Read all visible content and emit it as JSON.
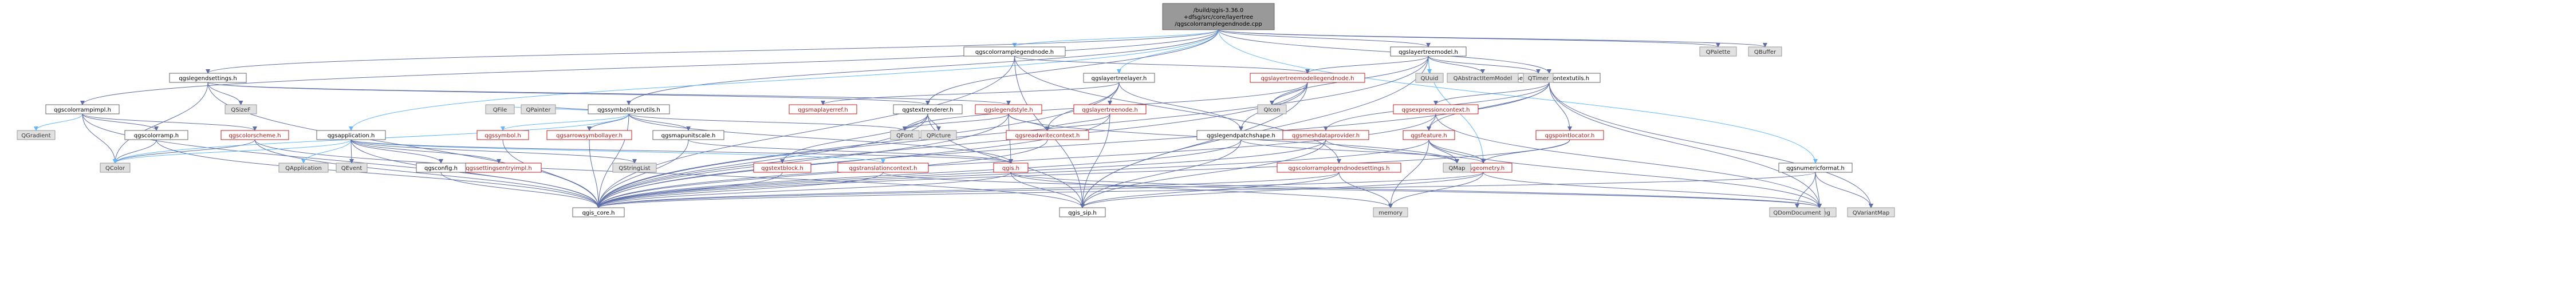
{
  "nodes": [
    {
      "id": "root",
      "kind": "root",
      "lines": [
        "/build/qgis-3.36.0",
        "+dfsg/src/core/layertree",
        "/qgscolorramplegendnode.cpp"
      ]
    },
    {
      "id": "qgscolorramplegendnode_h",
      "kind": "std",
      "lines": [
        "qgscolorramplegendnode.h"
      ]
    },
    {
      "id": "qgslayertreemodel_h",
      "kind": "std",
      "lines": [
        "qgslayertreemodel.h"
      ]
    },
    {
      "id": "qgslegendsettings_h",
      "kind": "std",
      "lines": [
        "qgslegendsettings.h"
      ]
    },
    {
      "id": "qgslayertreelayer_h",
      "kind": "std",
      "lines": [
        "qgslayertreelayer.h"
      ]
    },
    {
      "id": "qgslayertreemodellegendnode_h",
      "kind": "hl",
      "lines": [
        "qgslayertreemodellegendnode.h"
      ]
    },
    {
      "id": "qgsexpressioncontextutils_h",
      "kind": "std",
      "lines": [
        "qgsexpressioncontextutils.h"
      ]
    },
    {
      "id": "qgscolorrampimpl_h",
      "kind": "std",
      "lines": [
        "qgscolorrampimpl.h"
      ]
    },
    {
      "id": "qgssymbollayerutils_h",
      "kind": "std",
      "lines": [
        "qgssymbollayerutils.h"
      ]
    },
    {
      "id": "qgstextrenderer_h",
      "kind": "std",
      "lines": [
        "qgstextrenderer.h"
      ]
    },
    {
      "id": "qgslegendstyle_h",
      "kind": "hl",
      "lines": [
        "qgslegendstyle.h"
      ]
    },
    {
      "id": "qgsmaplayerref_h",
      "kind": "hl",
      "lines": [
        "qgsmaplayerref.h"
      ]
    },
    {
      "id": "qgslayertreenode_h",
      "kind": "hl",
      "lines": [
        "qgslayertreenode.h"
      ]
    },
    {
      "id": "qgsexpressioncontext_h",
      "kind": "hl",
      "lines": [
        "qgsexpressioncontext.h"
      ]
    },
    {
      "id": "qgspointlocator_h",
      "kind": "hl",
      "lines": [
        "qgspointlocator.h"
      ]
    },
    {
      "id": "qgsnumericformat_h",
      "kind": "std",
      "lines": [
        "qgsnumericformat.h"
      ]
    },
    {
      "id": "qgscolorramp_h",
      "kind": "std",
      "lines": [
        "qgscolorramp.h"
      ]
    },
    {
      "id": "qgscolorscheme_h",
      "kind": "hl",
      "lines": [
        "qgscolorscheme.h"
      ]
    },
    {
      "id": "qgsapplication_h",
      "kind": "std",
      "lines": [
        "qgsapplication.h"
      ]
    },
    {
      "id": "qgssymbol_h",
      "kind": "hl",
      "lines": [
        "qgssymbol.h"
      ]
    },
    {
      "id": "qgsarrowsymbollayer_h",
      "kind": "hl",
      "lines": [
        "qgsarrowsymbollayer.h"
      ]
    },
    {
      "id": "qgsmapunitscale_h",
      "kind": "std",
      "lines": [
        "qgsmapunitscale.h"
      ]
    },
    {
      "id": "qgsreadwritecontext_h",
      "kind": "hl",
      "lines": [
        "qgsreadwritecontext.h"
      ]
    },
    {
      "id": "qgslegendpatchshape_h",
      "kind": "std",
      "lines": [
        "qgslegendpatchshape.h"
      ]
    },
    {
      "id": "qgsmeshdataprovider_h",
      "kind": "hl",
      "lines": [
        "qgsmeshdataprovider.h"
      ]
    },
    {
      "id": "qgsfeature_h",
      "kind": "hl",
      "lines": [
        "qgsfeature.h"
      ]
    },
    {
      "id": "qgssettingsentryimpl_h",
      "kind": "hl",
      "lines": [
        "qgssettingsentryimpl.h"
      ]
    },
    {
      "id": "qgstextblock_h",
      "kind": "hl",
      "lines": [
        "qgstextblock.h"
      ]
    },
    {
      "id": "qgstranslationcontext_h",
      "kind": "hl",
      "lines": [
        "qgstranslationcontext.h"
      ]
    },
    {
      "id": "qgis_h",
      "kind": "hl",
      "lines": [
        "qgis.h"
      ]
    },
    {
      "id": "qgscolorramplegendnodesettings_h",
      "kind": "hl",
      "lines": [
        "qgscolorramplegendnodesettings.h"
      ]
    },
    {
      "id": "qgsgeometry_h",
      "kind": "hl",
      "lines": [
        "qgsgeometry.h"
      ]
    },
    {
      "id": "qgsconfig_h",
      "kind": "std",
      "lines": [
        "qgsconfig.h"
      ]
    },
    {
      "id": "qgis_core_h",
      "kind": "std",
      "lines": [
        "qgis_core.h"
      ]
    },
    {
      "id": "qgis_sip_h",
      "kind": "std",
      "lines": [
        "qgis_sip.h"
      ]
    },
    {
      "id": "memory",
      "kind": "ext",
      "lines": [
        "memory"
      ]
    },
    {
      "id": "QPalette",
      "kind": "ext",
      "lines": [
        "QPalette"
      ]
    },
    {
      "id": "QBuffer",
      "kind": "ext",
      "lines": [
        "QBuffer"
      ]
    },
    {
      "id": "QSizeF",
      "kind": "ext",
      "lines": [
        "QSizeF"
      ]
    },
    {
      "id": "QGradient",
      "kind": "ext",
      "lines": [
        "QGradient"
      ]
    },
    {
      "id": "QColor",
      "kind": "ext",
      "lines": [
        "QColor"
      ]
    },
    {
      "id": "QFile",
      "kind": "ext",
      "lines": [
        "QFile"
      ]
    },
    {
      "id": "QPainter",
      "kind": "ext",
      "lines": [
        "QPainter"
      ]
    },
    {
      "id": "QFont",
      "kind": "ext",
      "lines": [
        "QFont"
      ]
    },
    {
      "id": "QPicture",
      "kind": "ext",
      "lines": [
        "QPicture"
      ]
    },
    {
      "id": "QApplication",
      "kind": "ext",
      "lines": [
        "QApplication"
      ]
    },
    {
      "id": "QEvent",
      "kind": "ext",
      "lines": [
        "QEvent"
      ]
    },
    {
      "id": "QStringList",
      "kind": "ext",
      "lines": [
        "QStringList"
      ]
    },
    {
      "id": "QIcon",
      "kind": "ext",
      "lines": [
        "QIcon"
      ]
    },
    {
      "id": "QUuid",
      "kind": "ext",
      "lines": [
        "QUuid"
      ]
    },
    {
      "id": "QAbstractItemModel",
      "kind": "ext",
      "lines": [
        "QAbstractItemModel"
      ]
    },
    {
      "id": "QTimer",
      "kind": "ext",
      "lines": [
        "QTimer"
      ]
    },
    {
      "id": "QMap",
      "kind": "ext",
      "lines": [
        "QMap"
      ]
    },
    {
      "id": "QString",
      "kind": "ext",
      "lines": [
        "QString"
      ]
    },
    {
      "id": "QDomDocument",
      "kind": "ext",
      "lines": [
        "QDomDocument"
      ]
    },
    {
      "id": "QVariantMap",
      "kind": "ext",
      "lines": [
        "QVariantMap"
      ]
    }
  ],
  "edges": [
    [
      "root",
      "qgscolorramplegendnode_h"
    ],
    [
      "root",
      "qgslayertreemodel_h"
    ],
    [
      "root",
      "qgslegendsettings_h"
    ],
    [
      "root",
      "qgslayertreelayer_h"
    ],
    [
      "root",
      "qgssymbollayerutils_h"
    ],
    [
      "root",
      "qgstextrenderer_h"
    ],
    [
      "root",
      "qgsapplication_h"
    ],
    [
      "root",
      "qgscolorrampimpl_h"
    ],
    [
      "root",
      "qgsexpressioncontextutils_h"
    ],
    [
      "root",
      "qgsnumericformat_h"
    ],
    [
      "root",
      "QPalette"
    ],
    [
      "root",
      "QBuffer"
    ],
    [
      "qgscolorramplegendnode_h",
      "qgslayertreemodellegendnode_h"
    ],
    [
      "qgscolorramplegendnode_h",
      "qgscolorramplegendnodesettings_h"
    ],
    [
      "qgscolorramplegendnode_h",
      "qgis_core_h"
    ],
    [
      "qgscolorramplegendnode_h",
      "qgis_sip_h"
    ],
    [
      "qgslayertreemodel_h",
      "qgslayertreemodellegendnode_h"
    ],
    [
      "qgslayertreemodel_h",
      "QIcon"
    ],
    [
      "qgslayertreemodel_h",
      "QUuid"
    ],
    [
      "qgslayertreemodel_h",
      "QAbstractItemModel"
    ],
    [
      "qgslayertreemodel_h",
      "QTimer"
    ],
    [
      "qgslayertreemodel_h",
      "qgsgeometry_h"
    ],
    [
      "qgslayertreemodel_h",
      "qgis_core_h"
    ],
    [
      "qgslayertreemodel_h",
      "qgis_sip_h"
    ],
    [
      "qgslegendsettings_h",
      "QSizeF"
    ],
    [
      "qgslegendsettings_h",
      "QColor"
    ],
    [
      "qgslegendsettings_h",
      "qgslegendstyle_h"
    ],
    [
      "qgslegendsettings_h",
      "qgstextrenderer_h"
    ],
    [
      "qgslegendsettings_h",
      "qgis_core_h"
    ],
    [
      "qgslayertreelayer_h",
      "qgsmaplayerref_h"
    ],
    [
      "qgslayertreelayer_h",
      "qgslayertreenode_h"
    ],
    [
      "qgslayertreelayer_h",
      "qgsreadwritecontext_h"
    ],
    [
      "qgslayertreelayer_h",
      "qgslegendpatchshape_h"
    ],
    [
      "qgslayertreelayer_h",
      "qgis_core_h"
    ],
    [
      "qgslayertreemodellegendnode_h",
      "QIcon"
    ],
    [
      "qgslayertreemodellegendnode_h",
      "QFont"
    ],
    [
      "qgslayertreemodellegendnode_h",
      "qgslegendpatchshape_h"
    ],
    [
      "qgslayertreemodellegendnode_h",
      "qgis_sip_h"
    ],
    [
      "qgslayertreemodellegendnode_h",
      "qgis_core_h"
    ],
    [
      "qgsexpressioncontextutils_h",
      "qgsexpressioncontext_h"
    ],
    [
      "qgsexpressioncontextutils_h",
      "qgsfeature_h"
    ],
    [
      "qgsexpressioncontextutils_h",
      "qgspointlocator_h"
    ],
    [
      "qgsexpressioncontextutils_h",
      "qgsmeshdataprovider_h"
    ],
    [
      "qgsexpressioncontextutils_h",
      "qgis_core_h"
    ],
    [
      "qgsexpressioncontextutils_h",
      "QString"
    ],
    [
      "qgsexpressioncontextutils_h",
      "QVariantMap"
    ],
    [
      "qgscolorrampimpl_h",
      "qgscolorramp_h"
    ],
    [
      "qgscolorrampimpl_h",
      "qgscolorscheme_h"
    ],
    [
      "qgscolorrampimpl_h",
      "QGradient"
    ],
    [
      "qgscolorrampimpl_h",
      "QColor"
    ],
    [
      "qgscolorrampimpl_h",
      "qgis_core_h"
    ],
    [
      "qgssymbollayerutils_h",
      "qgssymbol_h"
    ],
    [
      "qgssymbollayerutils_h",
      "qgsarrowsymbollayer_h"
    ],
    [
      "qgssymbollayerutils_h",
      "qgsmapunitscale_h"
    ],
    [
      "qgssymbollayerutils_h",
      "QFile"
    ],
    [
      "qgssymbollayerutils_h",
      "QPainter"
    ],
    [
      "qgssymbollayerutils_h",
      "QFont"
    ],
    [
      "qgssymbollayerutils_h",
      "QColor"
    ],
    [
      "qgssymbollayerutils_h",
      "qgis_h"
    ],
    [
      "qgssymbollayerutils_h",
      "qgis_core_h"
    ],
    [
      "qgstextrenderer_h",
      "QPicture"
    ],
    [
      "qgstextrenderer_h",
      "QFont"
    ],
    [
      "qgstextrenderer_h",
      "qgstextblock_h"
    ],
    [
      "qgstextrenderer_h",
      "qgis_core_h"
    ],
    [
      "qgstextrenderer_h",
      "qgis_sip_h"
    ],
    [
      "qgslegendstyle_h",
      "QFont"
    ],
    [
      "qgslegendstyle_h",
      "QMap"
    ],
    [
      "qgslegendstyle_h",
      "qgsreadwritecontext_h"
    ],
    [
      "qgslegendstyle_h",
      "qgis_core_h"
    ],
    [
      "qgslegendstyle_h",
      "qgis_h"
    ],
    [
      "qgslayertreenode_h",
      "qgsreadwritecontext_h"
    ],
    [
      "qgslayertreenode_h",
      "qgis_core_h"
    ],
    [
      "qgslayertreenode_h",
      "qgis_sip_h"
    ],
    [
      "qgsexpressioncontext_h",
      "qgsfeature_h"
    ],
    [
      "qgsexpressioncontext_h",
      "qgis_core_h"
    ],
    [
      "qgsexpressioncontext_h",
      "QString"
    ],
    [
      "qgspointlocator_h",
      "qgsgeometry_h"
    ],
    [
      "qgspointlocator_h",
      "qgis_core_h"
    ],
    [
      "qgsnumericformat_h",
      "qgis_core_h"
    ],
    [
      "qgsnumericformat_h",
      "QString"
    ],
    [
      "qgsnumericformat_h",
      "QDomDocument"
    ],
    [
      "qgsnumericformat_h",
      "QVariantMap"
    ],
    [
      "qgscolorramp_h",
      "QColor"
    ],
    [
      "qgscolorramp_h",
      "qgis_core_h"
    ],
    [
      "qgscolorscheme_h",
      "QColor"
    ],
    [
      "qgscolorscheme_h",
      "qgis_core_h"
    ],
    [
      "qgscolorscheme_h",
      "qgis_sip_h"
    ],
    [
      "qgsapplication_h",
      "QApplication"
    ],
    [
      "qgsapplication_h",
      "QEvent"
    ],
    [
      "qgsapplication_h",
      "QStringList"
    ],
    [
      "qgsapplication_h",
      "QColor"
    ],
    [
      "qgsapplication_h",
      "qgsconfig_h"
    ],
    [
      "qgsapplication_h",
      "qgssettingsentryimpl_h"
    ],
    [
      "qgsapplication_h",
      "qgstranslationcontext_h"
    ],
    [
      "qgsapplication_h",
      "qgis_core_h"
    ],
    [
      "qgsapplication_h",
      "qgis_h"
    ],
    [
      "qgssymbol_h",
      "qgis_core_h"
    ],
    [
      "qgsarrowsymbollayer_h",
      "qgis_core_h"
    ],
    [
      "qgsmapunitscale_h",
      "qgis_core_h"
    ],
    [
      "qgsmapunitscale_h",
      "qgis_h"
    ],
    [
      "qgsreadwritecontext_h",
      "qgis_core_h"
    ],
    [
      "qgslegendpatchshape_h",
      "qgsgeometry_h"
    ],
    [
      "qgslegendpatchshape_h",
      "qgis_core_h"
    ],
    [
      "qgslegendpatchshape_h",
      "qgis_sip_h"
    ],
    [
      "qgsmeshdataprovider_h",
      "qgis_core_h"
    ],
    [
      "qgsmeshdataprovider_h",
      "QMap"
    ],
    [
      "qgsmeshdataprovider_h",
      "qgis_sip_h"
    ],
    [
      "qgsfeature_h",
      "qgsgeometry_h"
    ],
    [
      "qgsfeature_h",
      "QString"
    ],
    [
      "qgsfeature_h",
      "QMap"
    ],
    [
      "qgsfeature_h",
      "memory"
    ],
    [
      "qgsfeature_h",
      "qgis_core_h"
    ],
    [
      "qgstextblock_h",
      "qgis_core_h"
    ],
    [
      "qgstranslationcontext_h",
      "qgis_core_h"
    ],
    [
      "qgstranslationcontext_h",
      "QString"
    ],
    [
      "qgis_h",
      "qgis_core_h"
    ],
    [
      "qgis_h",
      "qgis_sip_h"
    ],
    [
      "qgis_h",
      "QString"
    ],
    [
      "qgis_h",
      "memory"
    ],
    [
      "qgscolorramplegendnodesettings_h",
      "qgis_core_h"
    ],
    [
      "qgscolorramplegendnodesettings_h",
      "qgis_sip_h"
    ],
    [
      "qgscolorramplegendnodesettings_h",
      "memory"
    ],
    [
      "qgsgeometry_h",
      "qgis_core_h"
    ],
    [
      "qgsgeometry_h",
      "qgis_sip_h"
    ],
    [
      "qgsgeometry_h",
      "QString"
    ],
    [
      "qgsgeometry_h",
      "memory"
    ],
    [
      "qgsconfig_h",
      "qgis_core_h"
    ]
  ],
  "colors": {
    "edge_default": "#5f6fa8",
    "edge_alt": "#63b8ff",
    "root_fill": "#999999",
    "highlight_text": "#b01818"
  }
}
